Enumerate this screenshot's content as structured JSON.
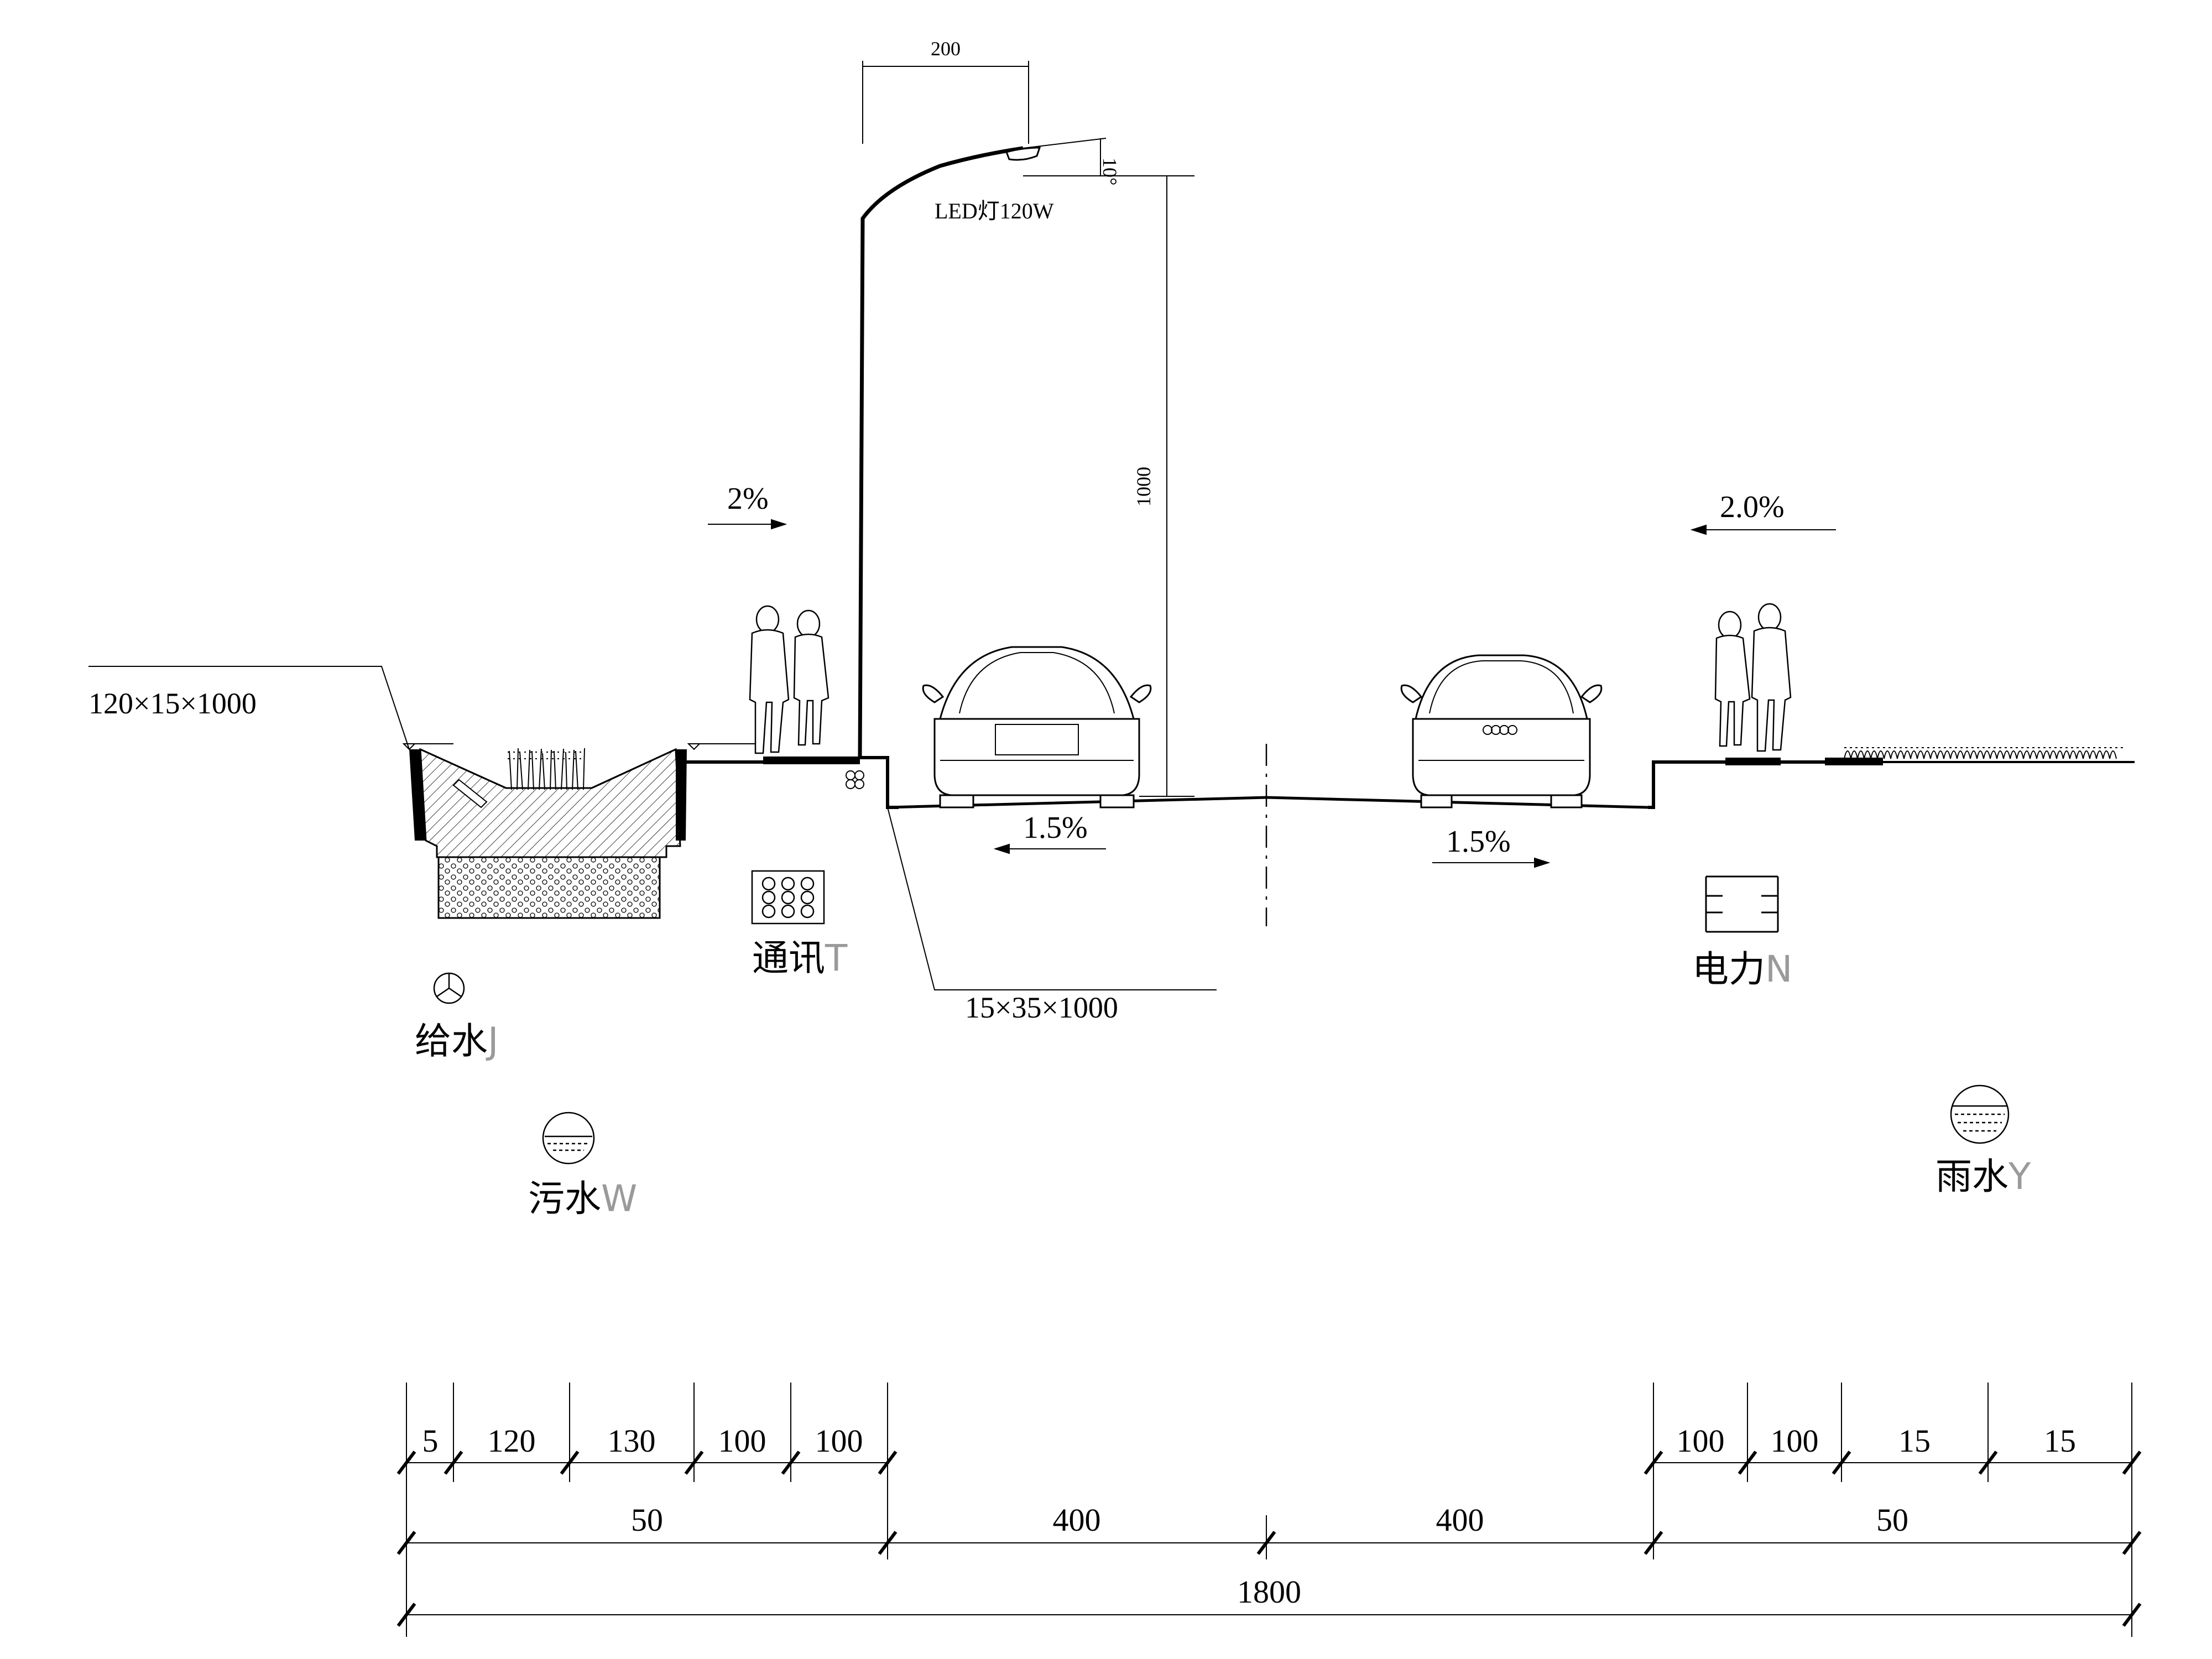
{
  "callouts": {
    "curb_left": "120×15×1000",
    "curb_mid": "15×35×1000",
    "lamp": "LED灯120W"
  },
  "lamp_dims": {
    "arm": "200",
    "height": "1000",
    "tilt": "10°"
  },
  "slopes": {
    "sidewalk_left": "2%",
    "sidewalk_right": "2.0%",
    "road_left": "1.5%",
    "road_right": "1.5%"
  },
  "utilities": {
    "telecom": {
      "name": "通讯",
      "code": "T"
    },
    "power": {
      "name": "电力",
      "code": "N"
    },
    "water_supply": {
      "name": "给水",
      "code": "J"
    },
    "sewage": {
      "name": "污水",
      "code": "W"
    },
    "rain": {
      "name": "雨水",
      "code": "Y"
    }
  },
  "dimensions": {
    "row1_left": [
      "5",
      "120",
      "130",
      "100",
      "100"
    ],
    "row1_right": [
      "100",
      "100",
      "15",
      "15"
    ],
    "row2": [
      "50",
      "400",
      "400",
      "50"
    ],
    "total": "1800"
  },
  "colors": {
    "line": "#000000",
    "code_letter": "#9a9a9a"
  }
}
